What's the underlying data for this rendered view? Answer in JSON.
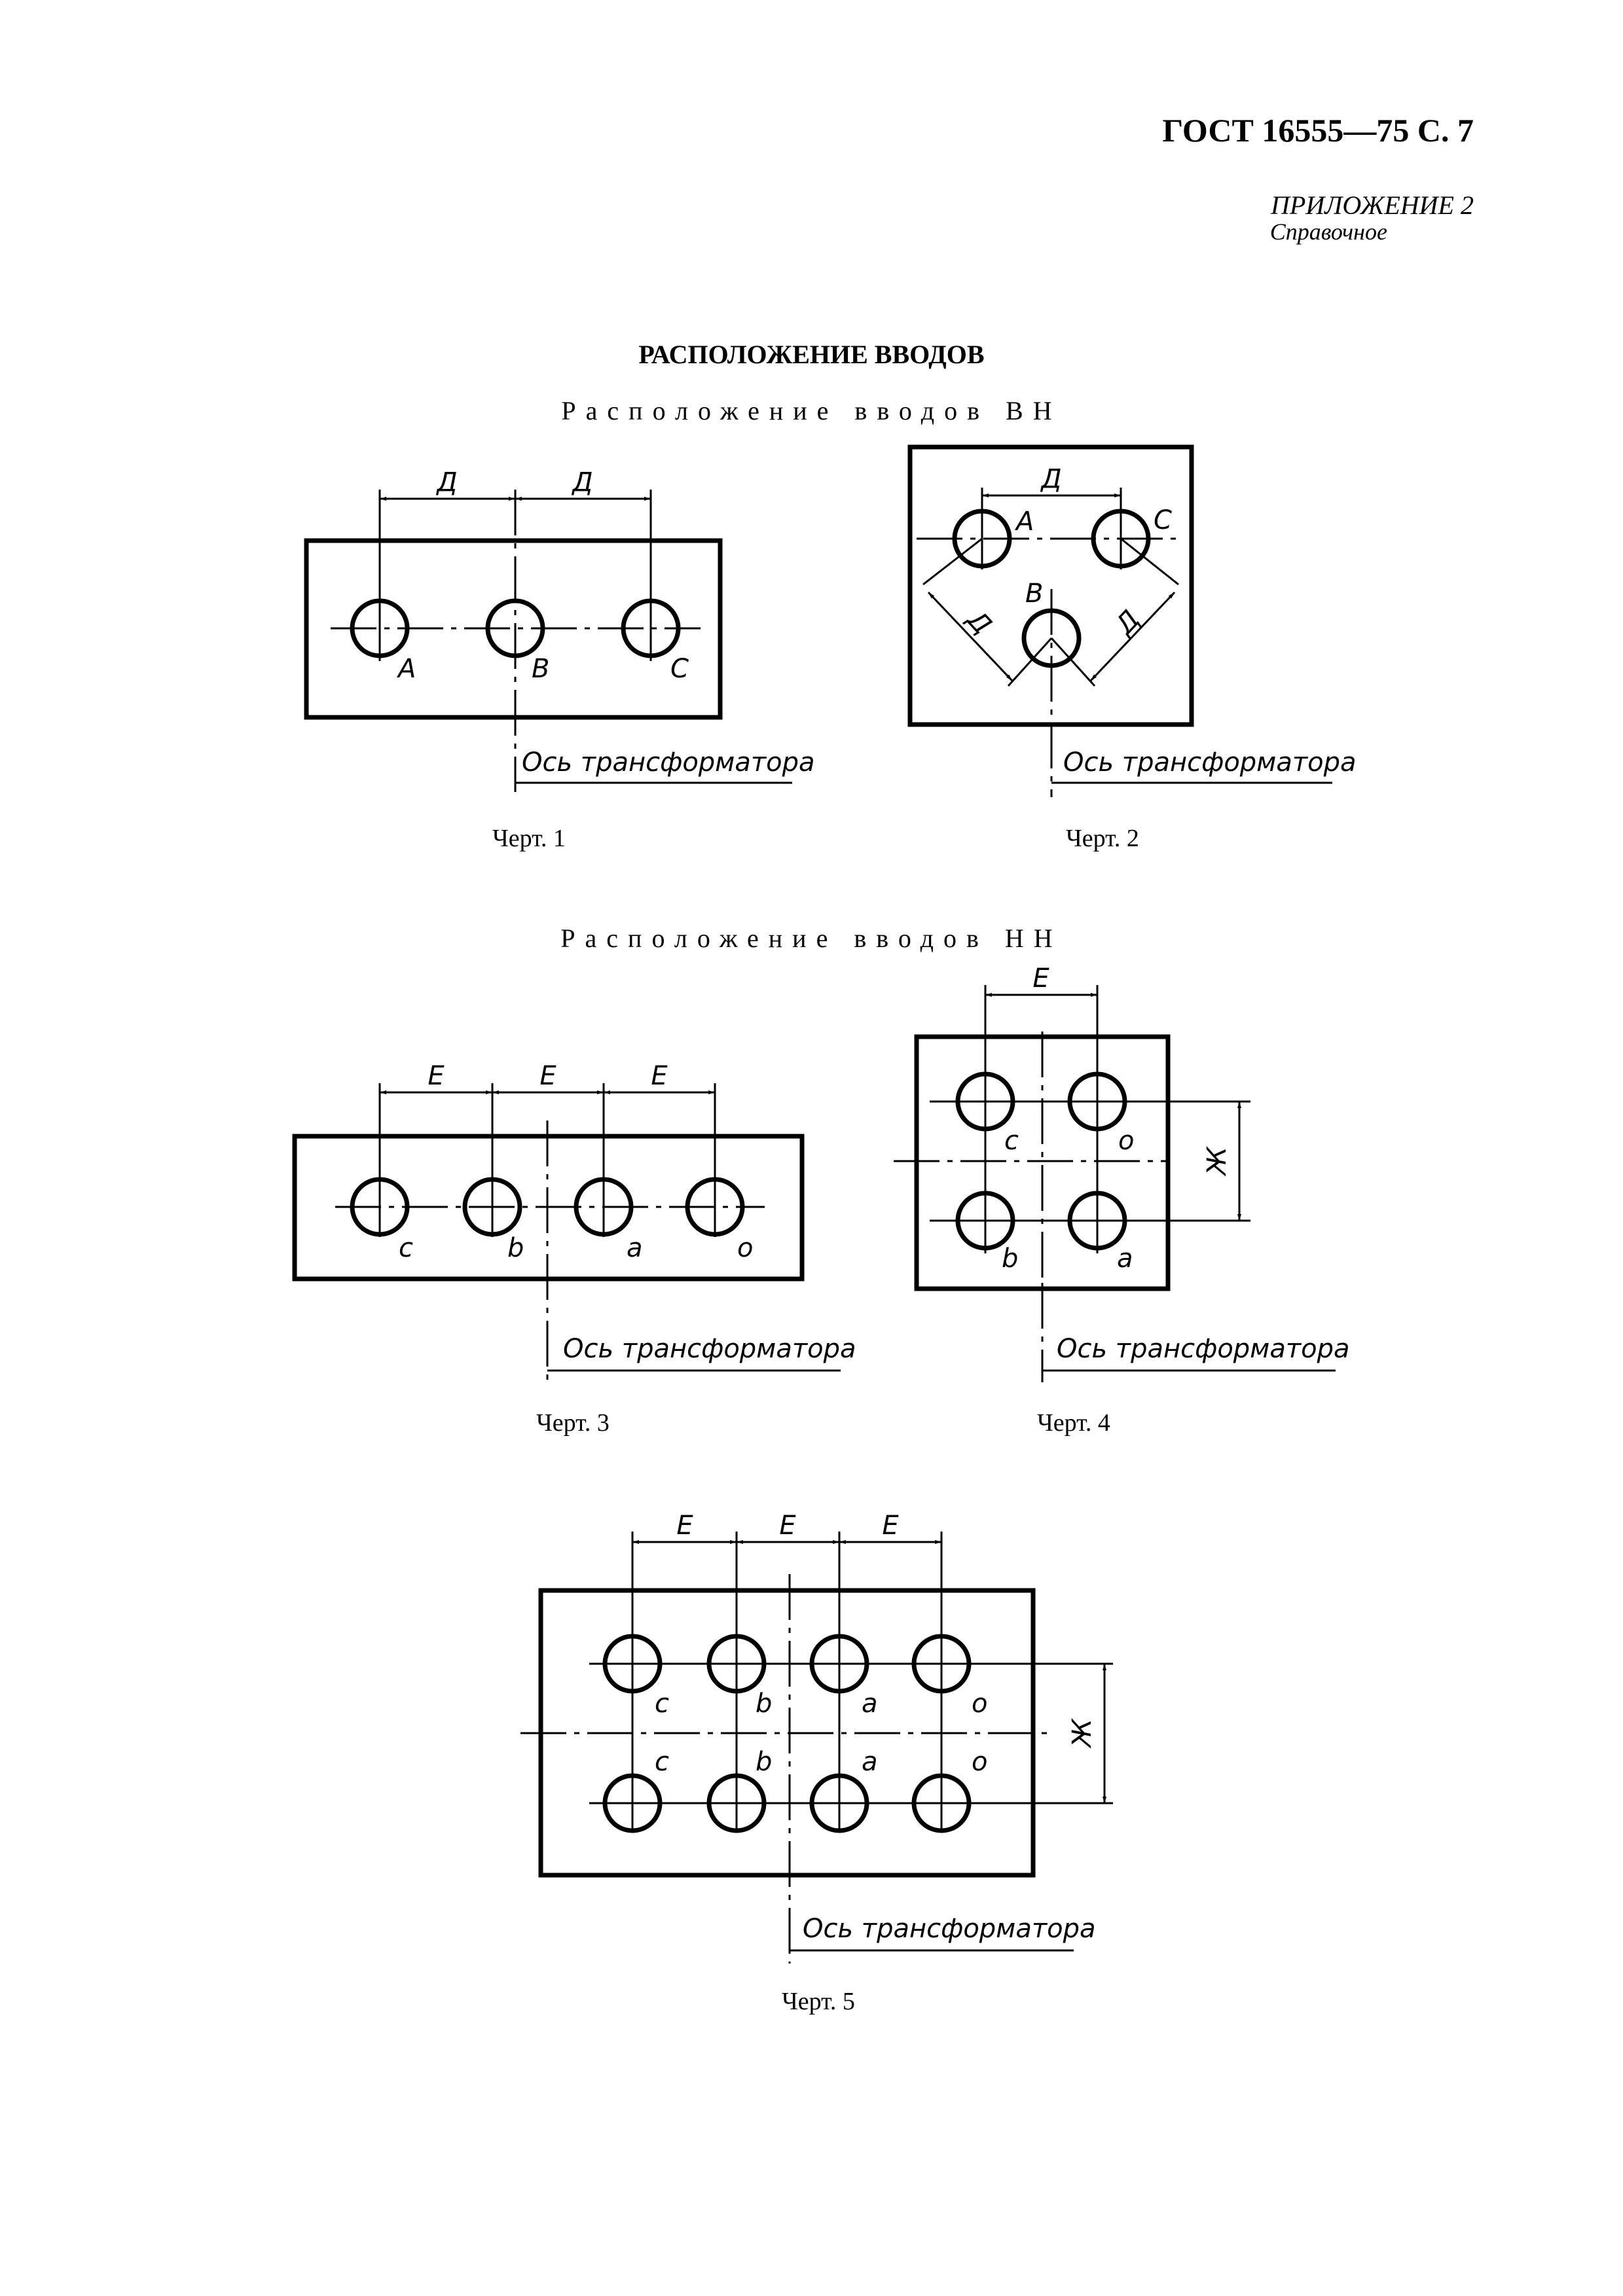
{
  "header": {
    "gost": "ГОСТ 16555—75 С. 7",
    "appendix": "ПРИЛОЖЕНИЕ 2",
    "appendix_note": "Справочное"
  },
  "section_title": "РАСПОЛОЖЕНИЕ ВВОДОВ",
  "subheading_hv": "Расположение вводов ВН",
  "subheading_lv": "Расположение вводов НН",
  "axis_label": "Ось трансформатора",
  "dims": {
    "d": "Д",
    "e": "Е",
    "zh": "Ж"
  },
  "drawings": [
    {
      "caption": "Черт. 1",
      "terminals": [
        "A",
        "B",
        "C"
      ]
    },
    {
      "caption": "Черт. 2",
      "terminals": [
        "A",
        "B",
        "C"
      ]
    },
    {
      "caption": "Черт. 3",
      "terminals": [
        "c",
        "b",
        "a",
        "o"
      ]
    },
    {
      "caption": "Черт. 4",
      "terminals": [
        "c",
        "o",
        "b",
        "a"
      ]
    },
    {
      "caption": "Черт. 5",
      "terminals": [
        "c",
        "b",
        "a",
        "o",
        "c",
        "b",
        "a",
        "o"
      ]
    }
  ]
}
